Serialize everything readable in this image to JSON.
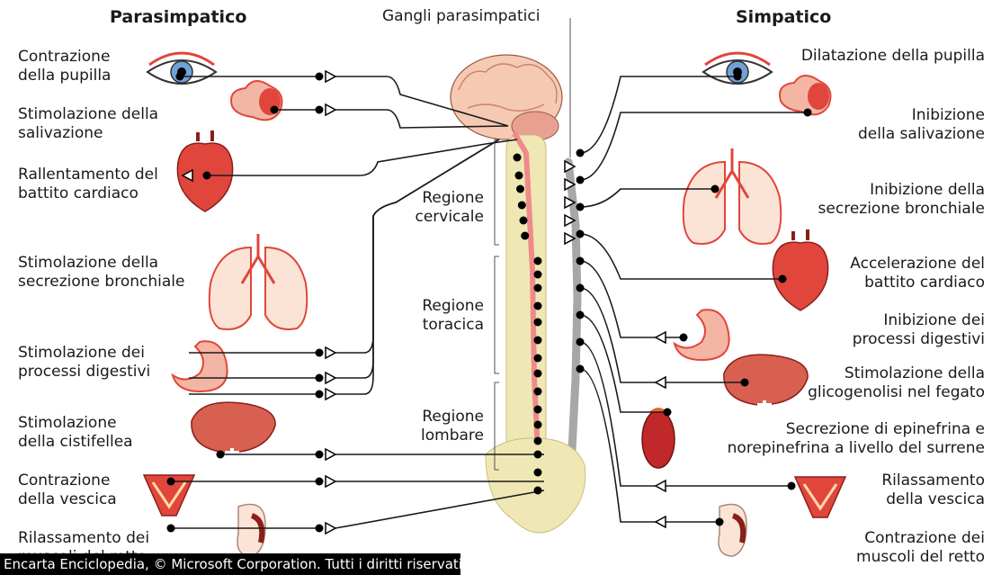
{
  "headers": {
    "left": "Parasimpatico",
    "center": "Gangli parasimpatici",
    "right": "Simpatico"
  },
  "regions": {
    "cervical": [
      "Regione",
      "cervicale"
    ],
    "thoracic": [
      "Regione",
      "toracica"
    ],
    "lumbar": [
      "Regione",
      "lombare"
    ]
  },
  "parasympathetic": [
    {
      "lines": [
        "Contrazione",
        "della pupilla"
      ],
      "organ": "eye"
    },
    {
      "lines": [
        "Stimolazione della",
        "salivazione"
      ],
      "organ": "salivary-gland"
    },
    {
      "lines": [
        "Rallentamento del",
        "battito cardiaco"
      ],
      "organ": "heart"
    },
    {
      "lines": [
        "Stimolazione della",
        "secrezione bronchiale"
      ],
      "organ": "lungs"
    },
    {
      "lines": [
        "Stimolazione dei",
        "processi digestivi"
      ],
      "organ": "stomach"
    },
    {
      "lines": [
        "Stimolazione",
        "della cistifellea"
      ],
      "organ": "liver"
    },
    {
      "lines": [
        "Contrazione",
        "della vescica"
      ],
      "organ": "bladder"
    },
    {
      "lines": [
        "Rilassamento dei",
        "muscoli del retto"
      ],
      "organ": "rectum"
    }
  ],
  "sympathetic": [
    {
      "lines": [
        "Dilatazione della pupilla"
      ],
      "organ": "eye"
    },
    {
      "lines": [
        "Inibizione",
        "della salivazione"
      ],
      "organ": "salivary-gland"
    },
    {
      "lines": [
        "Inibizione della",
        "secrezione bronchiale"
      ],
      "organ": "lungs"
    },
    {
      "lines": [
        "Accelerazione del",
        "battito cardiaco"
      ],
      "organ": "heart"
    },
    {
      "lines": [
        "Inibizione dei",
        "processi digestivi"
      ],
      "organ": "stomach"
    },
    {
      "lines": [
        "Stimolazione della",
        "glicogenolisi nel fegato"
      ],
      "organ": "liver"
    },
    {
      "lines": [
        "Secrezione di epinefrina e",
        "norepinefrina a livello del surrene"
      ],
      "organ": "adrenal-kidney"
    },
    {
      "lines": [
        "Rilassamento",
        "della vescica"
      ],
      "organ": "bladder"
    },
    {
      "lines": [
        "Contrazione dei",
        "muscoli del retto"
      ],
      "organ": "rectum"
    }
  ],
  "credit": "Encarta Enciclopedia, © Microsoft Corporation. Tutti i diritti riservati.",
  "colors": {
    "organ_red": "#e0463c",
    "organ_pink": "#f4b6a4",
    "spinal_cord": "#f08a8a",
    "vertebrae": "#eee7b0",
    "ganglia_chain": "#a7a7a7",
    "nerve_line": "#1a1a1a"
  }
}
